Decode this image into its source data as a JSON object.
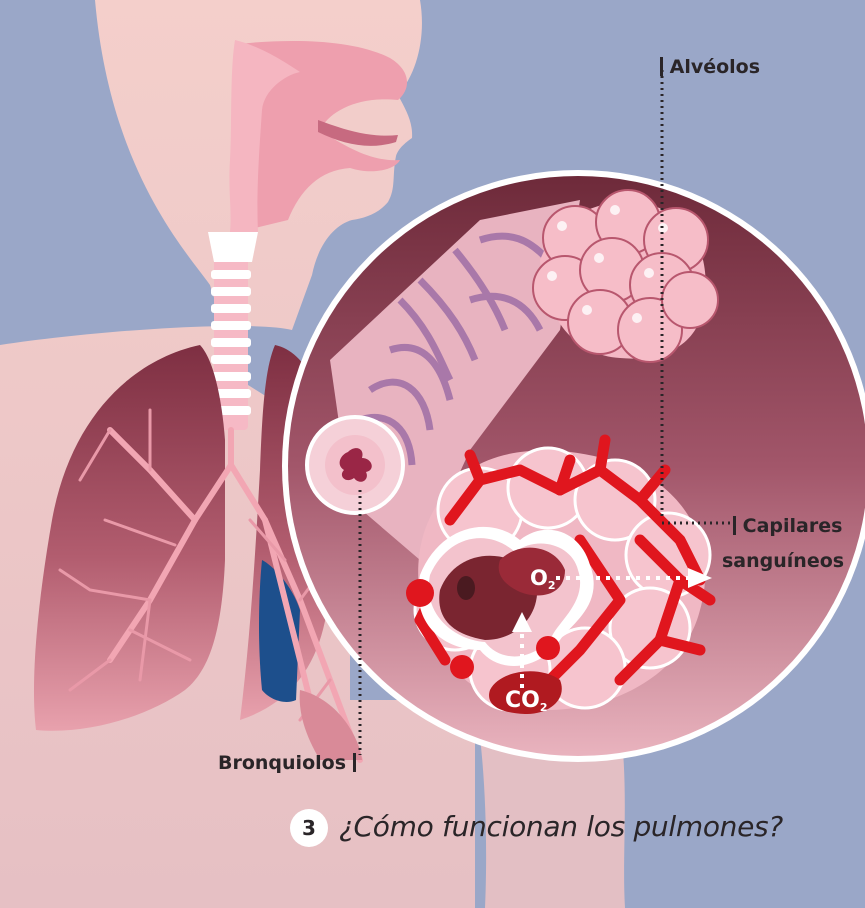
{
  "labels": {
    "alveolos": "Alvéolos",
    "capilares_line1": "Capilares",
    "capilares_line2": "sanguíneos",
    "bronquiolos": "Bronquiolos"
  },
  "caption": {
    "number": "3",
    "question": "¿Cómo funcionan los pulmones?"
  },
  "chemicals": {
    "oxygen": "O",
    "oxygen_subscript": "2",
    "carbon_dioxide": "CO",
    "carbon_dioxide_subscript": "2"
  },
  "colors": {
    "background": "#9aa7c8",
    "skin": "#f3c9c6",
    "lung_dark": "#7e2f42",
    "lung_light": "#d98a98",
    "airway": "#f4b0bd",
    "capillaries": "#e0161e",
    "vein": "#1d4f8c",
    "bronchiole_stripe": "#a978a9"
  }
}
